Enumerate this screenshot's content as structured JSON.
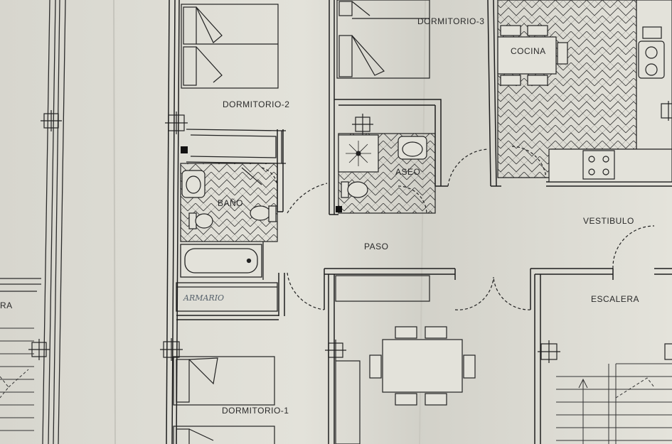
{
  "rooms": {
    "dormitorio_2": "DORMITORIO-2",
    "dormitorio_3": "DORMITORIO-3",
    "dormitorio_1": "DORMITORIO-1",
    "cocina": "COCINA",
    "bano": "BAÑO",
    "aseo": "ASEO",
    "paso": "PASO",
    "vestibulo": "VESTIBULO",
    "escalera": "ESCALERA",
    "escalera_left_partial": "RA",
    "armario": "ARMARIO"
  }
}
